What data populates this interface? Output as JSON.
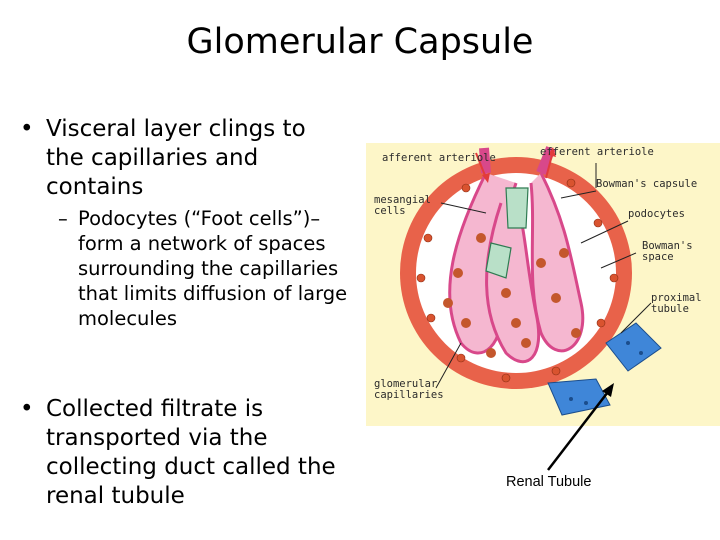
{
  "title": "Glomerular Capsule",
  "bullets": [
    {
      "text": "Visceral layer clings to the capillaries and contains",
      "sub": [
        {
          "text": "Podocytes (“Foot cells”)– form a network of spaces surrounding the capillaries that limits diffusion of large molecules"
        }
      ]
    },
    {
      "text": "Collected filtrate is transported via the collecting duct called the renal tubule"
    }
  ],
  "bullet_symbol": "•",
  "sub_symbol": "–",
  "diagram": {
    "labels": {
      "afferent": "afferent arteriole",
      "efferent": "efferent arteriole",
      "bowmans_capsule": "Bowman's capsule",
      "mesangial": "mesangial cells",
      "podocytes": "podocytes",
      "bowmans_space": "Bowman's space",
      "proximal": "proximal tubule",
      "glomerular": "glomerular capillaries"
    },
    "colors": {
      "background": "#fdf6c8",
      "capsule_ring": "#e8624a",
      "space": "#ffffff",
      "capillary": "#f0a0c0",
      "podocyte": "#c4572c",
      "mesangial": "#b9e0c8",
      "tubule": "#3f86d8",
      "blood": "#e23b3b"
    }
  },
  "annotation": {
    "text": "Renal Tubule"
  }
}
